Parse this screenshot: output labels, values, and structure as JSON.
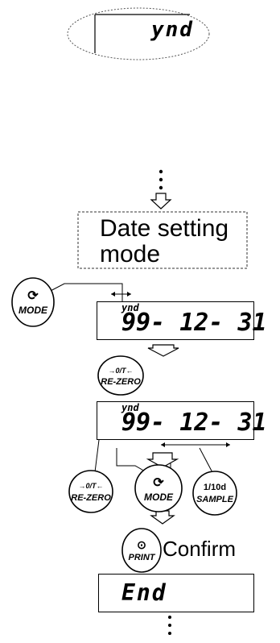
{
  "top_display": {
    "text": "ynd"
  },
  "date_mode": {
    "line1": "Date setting",
    "line2": "mode"
  },
  "display_1": {
    "indicator": "ynd",
    "value": "99- 12- 31"
  },
  "display_2": {
    "indicator": "ynd",
    "value": "99- 12- 31"
  },
  "end_display": {
    "text": "End"
  },
  "buttons": {
    "mode_icon": "⟳",
    "mode_label": "MODE",
    "rezero_top": "→0/T←",
    "rezero_label": "RE-ZERO",
    "sample_top": "1/10d",
    "sample_label": "SAMPLE",
    "print_icon": "⊙",
    "print_label": "PRINT"
  },
  "confirm_label": "Confirm"
}
